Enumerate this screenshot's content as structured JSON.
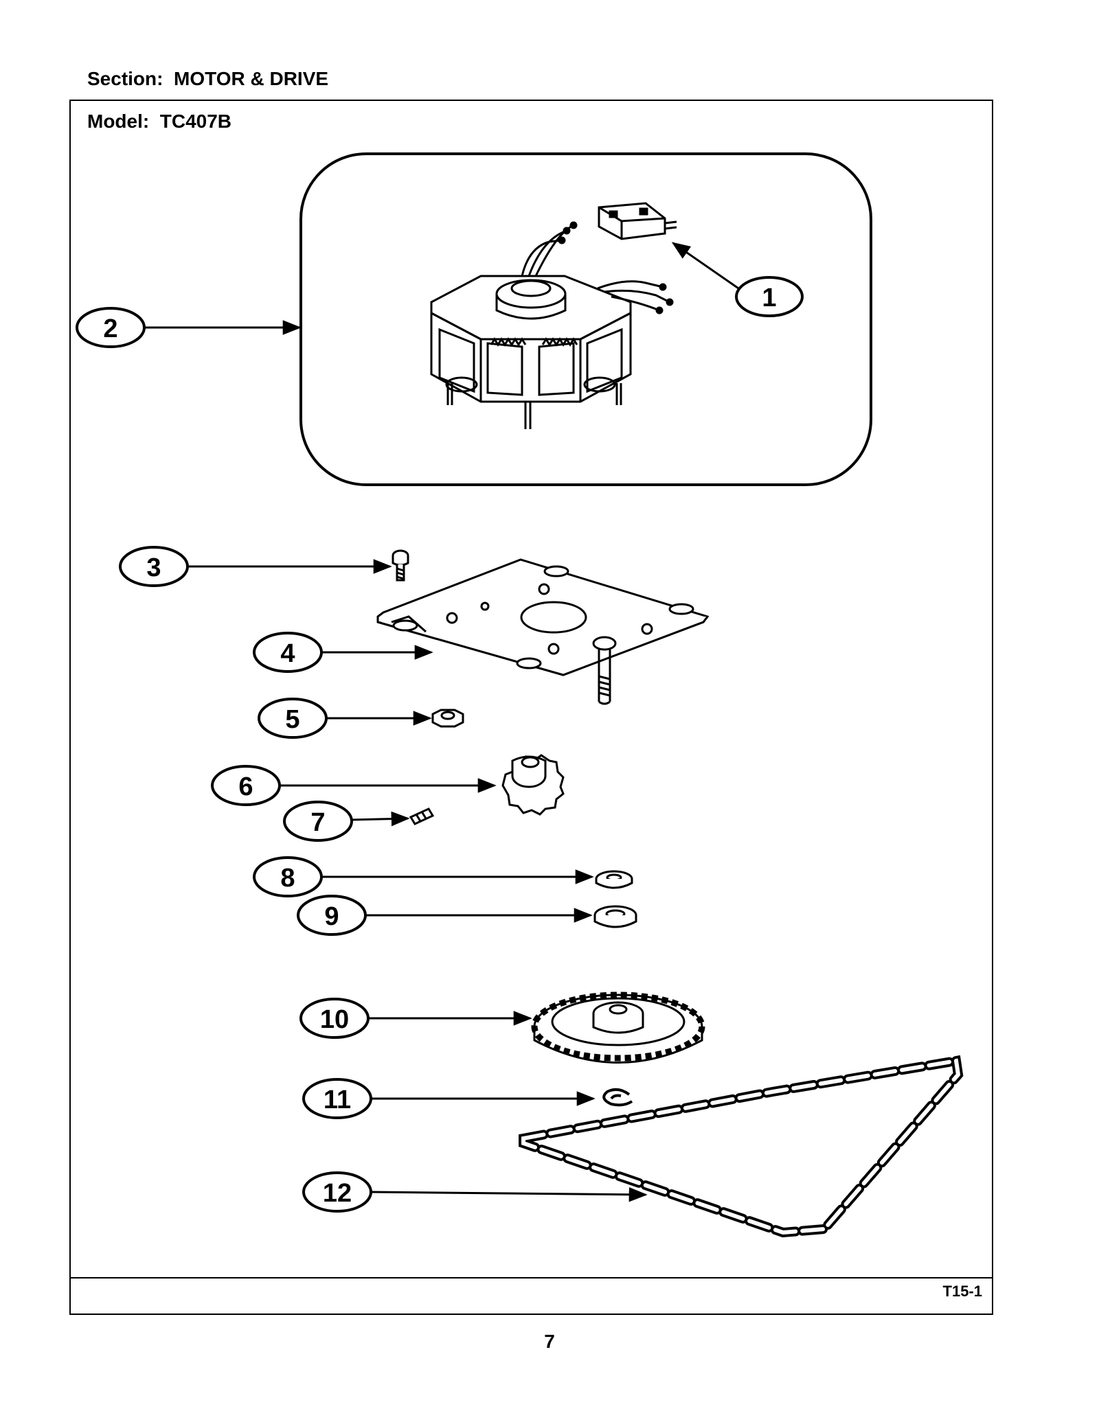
{
  "header": {
    "section_label": "Section:  MOTOR & DRIVE",
    "model_label": "Model:  TC407B"
  },
  "footer": {
    "figure_code": "T15-1",
    "page_number": "7"
  },
  "callouts": [
    {
      "id": "1",
      "part": "motor-switch-icon"
    },
    {
      "id": "2",
      "part": "drive-motor-icon"
    },
    {
      "id": "3",
      "part": "screw-icon"
    },
    {
      "id": "4",
      "part": "motor-mounting-plate-icon"
    },
    {
      "id": "5",
      "part": "hex-nut-icon"
    },
    {
      "id": "6",
      "part": "drive-sprocket-icon"
    },
    {
      "id": "7",
      "part": "set-screw-icon"
    },
    {
      "id": "8",
      "part": "washer-small-icon"
    },
    {
      "id": "9",
      "part": "washer-large-icon"
    },
    {
      "id": "10",
      "part": "driven-sprocket-icon"
    },
    {
      "id": "11",
      "part": "retaining-ring-icon"
    },
    {
      "id": "12",
      "part": "drive-chain-icon"
    }
  ],
  "colors": {
    "ink": "#000000",
    "paper": "#ffffff"
  }
}
